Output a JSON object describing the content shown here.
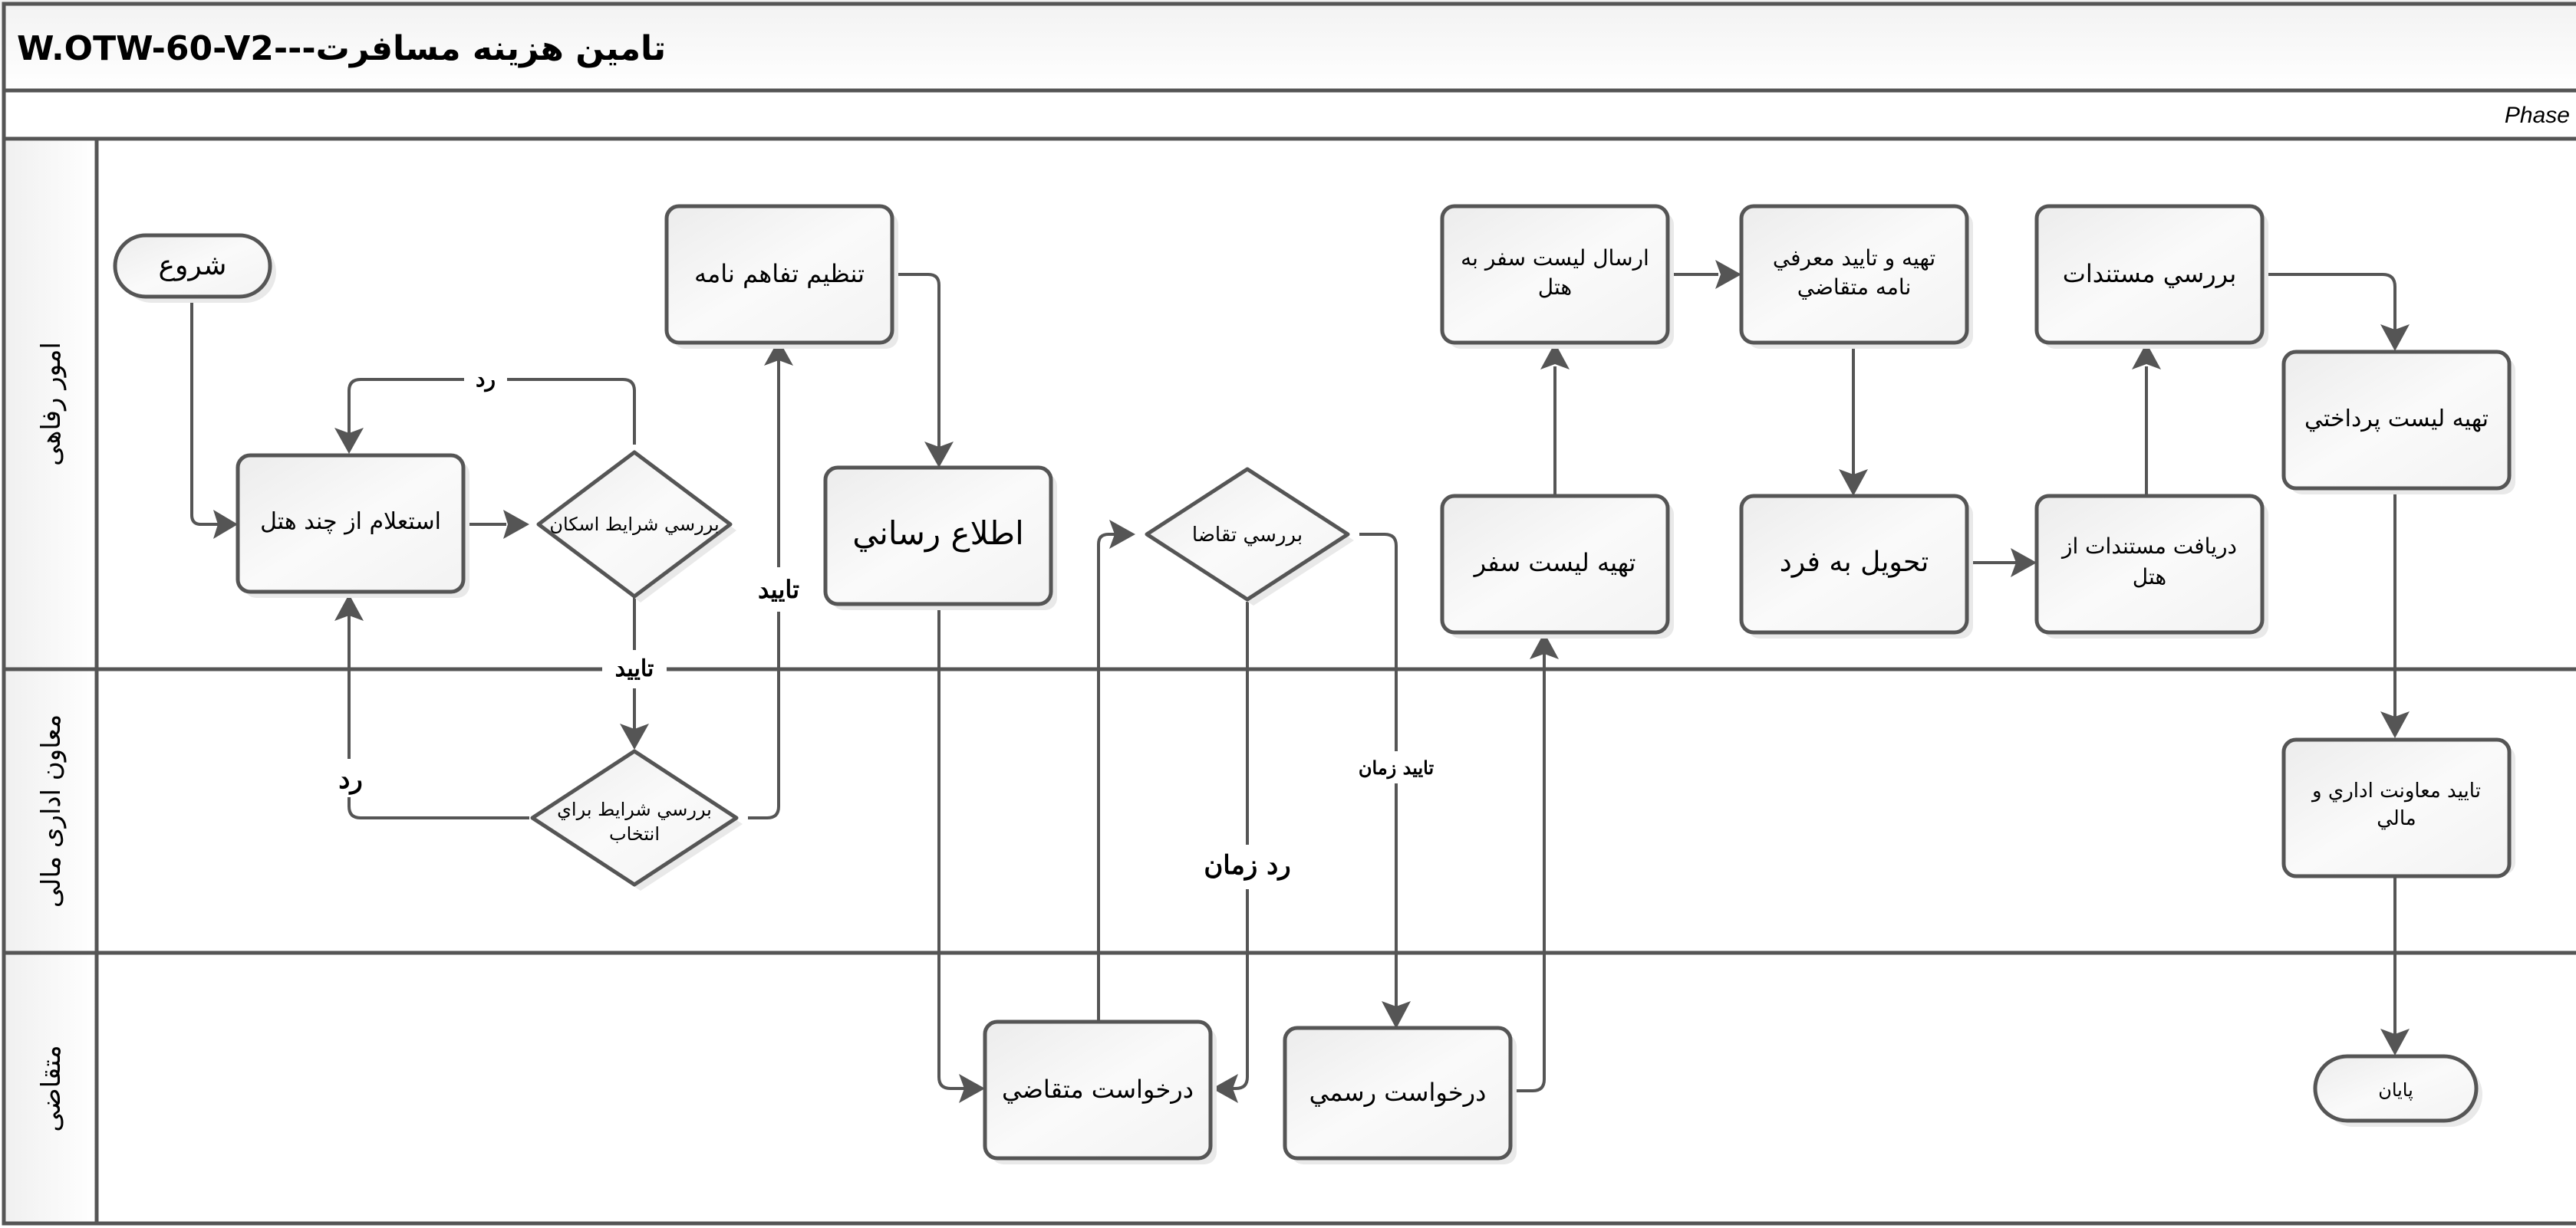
{
  "title": "W.OTW-60-V2---تامین هزینه مسافرت",
  "phase_label": "Phase",
  "lanes": [
    {
      "id": "welfare",
      "label": "امور رفاهی"
    },
    {
      "id": "admin-finance-deputy",
      "label": "معاون اداری مالی"
    },
    {
      "id": "applicant",
      "label": "متقاضی"
    }
  ],
  "nodes": {
    "start": {
      "type": "terminator",
      "lane": "welfare",
      "label": "شروع"
    },
    "inquiry_hotels": {
      "type": "process",
      "lane": "welfare",
      "label": "استعلام از چند هتل"
    },
    "check_accommodation": {
      "type": "decision",
      "lane": "welfare",
      "label": "بررسي شرايط اسكان"
    },
    "arrange_agreement": {
      "type": "process",
      "lane": "welfare",
      "label": "تنظيم تفاهم نامه"
    },
    "announcement": {
      "type": "process",
      "lane": "welfare",
      "label": "اطلاع رساني"
    },
    "check_request": {
      "type": "decision",
      "lane": "welfare",
      "label": "بررسي تقاضا"
    },
    "prepare_travel_list": {
      "type": "process",
      "lane": "welfare",
      "label": "تهيه ليست سفر"
    },
    "send_list_to_hotel": {
      "type": "process",
      "lane": "welfare",
      "label": "ارسال ليست سفر به هتل"
    },
    "prepare_intro_letter": {
      "type": "process",
      "lane": "welfare",
      "label": "تهيه و تاييد معرفي نامه متقاضي"
    },
    "deliver_to_person": {
      "type": "process",
      "lane": "welfare",
      "label": "تحويل به فرد"
    },
    "receive_documents": {
      "type": "process",
      "lane": "welfare",
      "label": "دريافت مستندات از هتل"
    },
    "review_documents": {
      "type": "process",
      "lane": "welfare",
      "label": "بررسي مستندات"
    },
    "prepare_payment_list": {
      "type": "process",
      "lane": "welfare",
      "label": "تهيه ليست پرداختي"
    },
    "check_selection": {
      "type": "decision",
      "lane": "admin-finance-deputy",
      "label": "بررسي شرايط براي انتخاب"
    },
    "deputy_approval": {
      "type": "process",
      "lane": "admin-finance-deputy",
      "label": "تاييد معاونت اداري و مالي"
    },
    "applicant_request": {
      "type": "process",
      "lane": "applicant",
      "label": "درخواست متقاضي"
    },
    "formal_request": {
      "type": "process",
      "lane": "applicant",
      "label": "درخواست رسمي"
    },
    "end": {
      "type": "terminator",
      "lane": "applicant",
      "label": "پايان"
    }
  },
  "edges": [
    {
      "from": "start",
      "to": "inquiry_hotels",
      "label": ""
    },
    {
      "from": "inquiry_hotels",
      "to": "check_accommodation",
      "label": ""
    },
    {
      "from": "check_accommodation",
      "to": "inquiry_hotels",
      "label": "رد"
    },
    {
      "from": "check_accommodation",
      "to": "check_selection",
      "label": "تاييد"
    },
    {
      "from": "check_selection",
      "to": "inquiry_hotels",
      "label": "رد"
    },
    {
      "from": "check_selection",
      "to": "arrange_agreement",
      "label": "تاييد"
    },
    {
      "from": "arrange_agreement",
      "to": "announcement",
      "label": ""
    },
    {
      "from": "announcement",
      "to": "applicant_request",
      "label": ""
    },
    {
      "from": "applicant_request",
      "to": "check_request",
      "label": ""
    },
    {
      "from": "check_request",
      "to": "applicant_request",
      "label": "رد زمان"
    },
    {
      "from": "check_request",
      "to": "formal_request",
      "label": "تاييد زمان"
    },
    {
      "from": "formal_request",
      "to": "prepare_travel_list",
      "label": ""
    },
    {
      "from": "prepare_travel_list",
      "to": "send_list_to_hotel",
      "label": ""
    },
    {
      "from": "send_list_to_hotel",
      "to": "prepare_intro_letter",
      "label": ""
    },
    {
      "from": "prepare_intro_letter",
      "to": "deliver_to_person",
      "label": ""
    },
    {
      "from": "deliver_to_person",
      "to": "receive_documents",
      "label": ""
    },
    {
      "from": "receive_documents",
      "to": "review_documents",
      "label": ""
    },
    {
      "from": "review_documents",
      "to": "prepare_payment_list",
      "label": ""
    },
    {
      "from": "prepare_payment_list",
      "to": "deputy_approval",
      "label": ""
    },
    {
      "from": "deputy_approval",
      "to": "end",
      "label": ""
    }
  ],
  "colors": {
    "stroke": "#555555",
    "shape_fill_light": "#ffffff",
    "shape_fill_dark": "#ececec",
    "shadow": "#e9e9e9",
    "text": "#000000"
  }
}
